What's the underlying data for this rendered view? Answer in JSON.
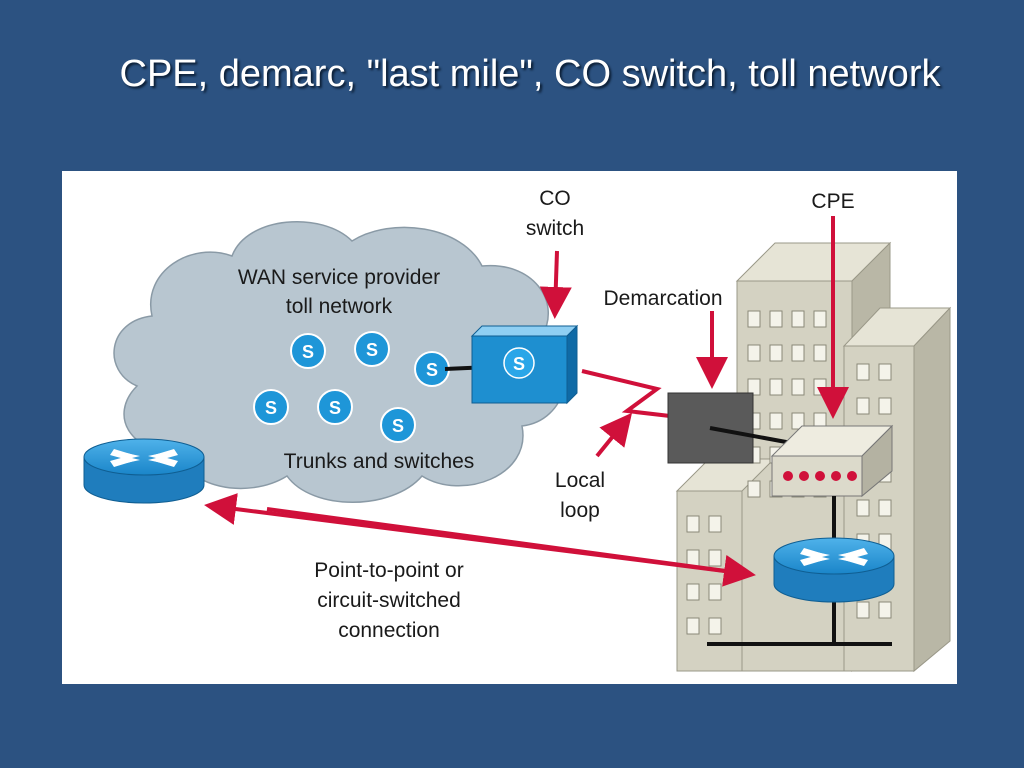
{
  "title": "CPE, demarc, \"last mile\", CO switch, toll network",
  "diagram": {
    "cloud_label_line1": "WAN service provider",
    "cloud_label_line2": "toll network",
    "trunks_label": "Trunks and switches",
    "switch_letter": "S",
    "co_switch_line1": "CO",
    "co_switch_line2": "switch",
    "demarcation": "Demarcation",
    "cpe": "CPE",
    "local_loop_line1": "Local",
    "local_loop_line2": "loop",
    "p2p_line1": "Point-to-point or",
    "p2p_line2": "circuit-switched",
    "p2p_line3": "connection"
  },
  "colors": {
    "background": "#2c5281",
    "cloud": "#b8c6d0",
    "switch_blue": "#1e8fd0",
    "arrow_red": "#d0103a",
    "building": "#d4d2c2",
    "demarc_box": "#5a5a5a"
  }
}
